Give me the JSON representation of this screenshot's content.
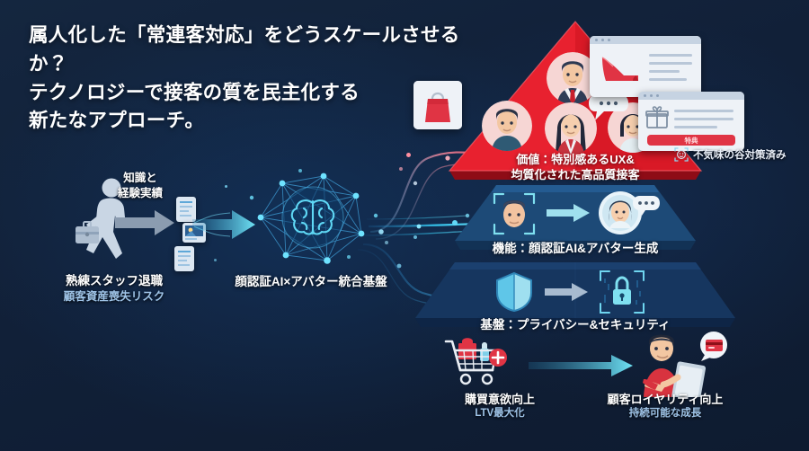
{
  "headline": {
    "text": "属人化した「常連客対応」をどうスケールさせるか？\nテクノロジーで接客の質を民主化する\n新たなアプローチ。"
  },
  "left_section": {
    "worker_icon": "walking-businessperson-icon",
    "caption_line1": "熟練スタッフ退職",
    "caption_line2": "顧客資産喪失リスク",
    "flow_label": "知識と\n経験実績",
    "arrow_icon": "right-arrow-icon",
    "document_icons": [
      "document-icon",
      "photo-document-icon",
      "document-icon"
    ]
  },
  "hub": {
    "icon": "brain-network-icon",
    "caption": "顔認証AI×アバター統合基盤"
  },
  "pyramid": {
    "tiers": [
      {
        "id": "value",
        "label": "価値：特別感あるUX&\n均質化された高品質接客",
        "color": "#e8212f",
        "icons": [
          "avatar-male-suit",
          "avatar-male-casual",
          "avatar-female-long-hair",
          "avatar-female-short-hair",
          "chat-bubble-icon"
        ]
      },
      {
        "id": "function",
        "label": "機能：顔認証AI&アバター生成",
        "color": "#1d4a77",
        "icons": [
          "face-scan-icon",
          "arrow-right-icon",
          "avatar-with-speech-bubble-icon"
        ]
      },
      {
        "id": "foundation",
        "label": "基盤：プライバシー&セキュリティ",
        "color": "#16365f",
        "icons": [
          "shield-icon",
          "arrow-right-icon",
          "padlock-scan-icon"
        ]
      }
    ],
    "cards": [
      {
        "id": "shopping-bag-card",
        "icon": "shopping-bag-icon"
      },
      {
        "id": "product-card",
        "icon": "high-heel-shoe-icon"
      },
      {
        "id": "reward-card",
        "icon": "gift-box-icon",
        "button_label": "特典"
      }
    ]
  },
  "uncanny_badge": {
    "icon": "smiley-face-scan-icon",
    "text": "不気味の谷対策済み"
  },
  "outcomes": {
    "left": {
      "icon": "shopping-cart-plus-icon",
      "line1": "購買意欲向上",
      "line2": "LTV最大化"
    },
    "arrow_icon": "right-arrow-icon",
    "right": {
      "icon": "person-with-tablet-icon",
      "line1": "顧客ロイヤリティ向上",
      "line2": "持続可能な成長"
    }
  },
  "colors": {
    "background": "#112038",
    "accent_cyan": "#35c8f0",
    "accent_red": "#e8212f",
    "text_primary": "#ffffff",
    "text_secondary": "#9fc4e8"
  }
}
